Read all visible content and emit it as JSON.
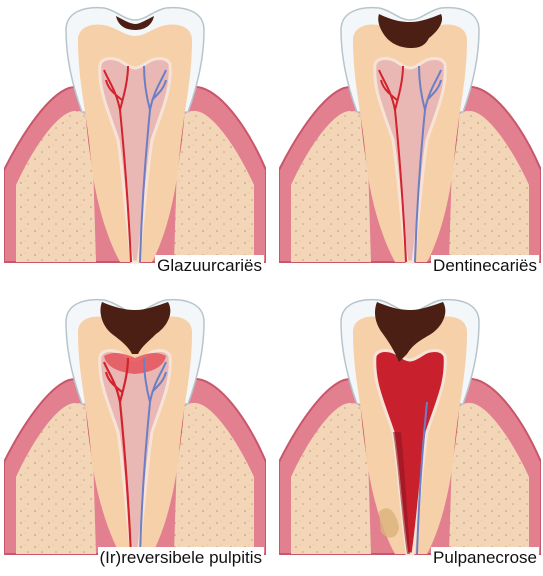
{
  "colors": {
    "gum": "#e2808f",
    "gum_edge": "#c9576b",
    "bone": "#f3d6b7",
    "bone_dots": "#c9a078",
    "enamel": "#f4f7f9",
    "enamel_edge": "#b8c4cc",
    "dentin": "#f6d0a8",
    "dentin_light": "#fae6cf",
    "pulp": "#e9b8b4",
    "nerve_red": "#d2232f",
    "nerve_blue": "#6d7fc4",
    "caries": "#4b1f14",
    "inflamed": "#c9202e"
  },
  "panels": [
    {
      "caption": "Glazuurcariës",
      "stage": "enamel-caries"
    },
    {
      "caption": "Dentinecariës",
      "stage": "dentin-caries"
    },
    {
      "caption": "(Ir)reversibele pulpitis",
      "stage": "pulpitis"
    },
    {
      "caption": "Pulpanecrose",
      "stage": "pulp-necrosis"
    }
  ]
}
